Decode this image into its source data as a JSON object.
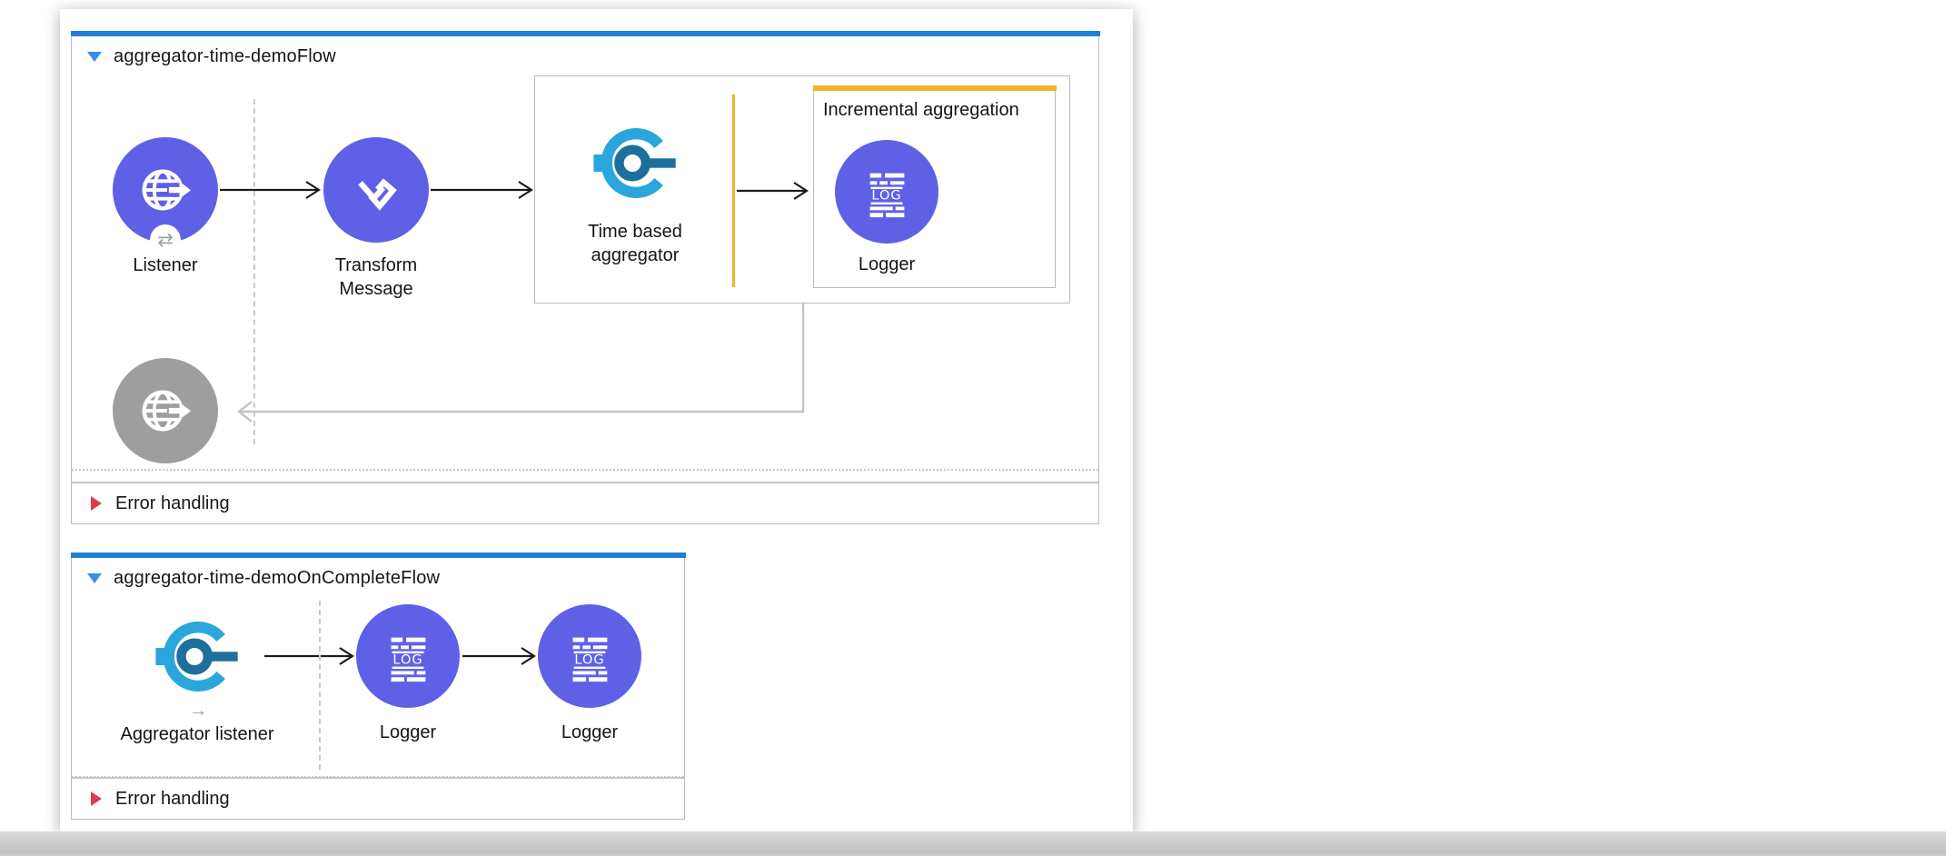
{
  "colors": {
    "accent_blue": "#1f80d5",
    "collapse_blue": "#3390e8",
    "container_border": "#bcbcbc",
    "node_purple": "#5e61e5",
    "node_gray": "#9e9e9e",
    "aggregator_cyan": "#2aa6dd",
    "aggregator_dark_blue": "#1d6f9d",
    "highlight_orange": "#f0b42c",
    "error_red": "#dc3c55",
    "arrow_black": "#1b1b1b",
    "connector_gray": "#c3c3c3",
    "dashed_gray": "#cacaca"
  },
  "flow1": {
    "title": "aggregator-time-demoFlow",
    "listener": {
      "label": "Listener",
      "badge_glyph": "⇄"
    },
    "transform": {
      "label": "Transform Message"
    },
    "scope": {
      "label": "Time based aggregator",
      "incremental": {
        "title": "Incremental aggregation",
        "logger_label": "Logger"
      }
    },
    "error_handling_label": "Error handling"
  },
  "flow2": {
    "title": "aggregator-time-demoOnCompleteFlow",
    "listener": {
      "label": "Aggregator listener",
      "badge_glyph": "→"
    },
    "logger1": {
      "label": "Logger"
    },
    "logger2": {
      "label": "Logger"
    },
    "error_handling_label": "Error handling"
  },
  "icons": {
    "log_text": "LOG"
  }
}
